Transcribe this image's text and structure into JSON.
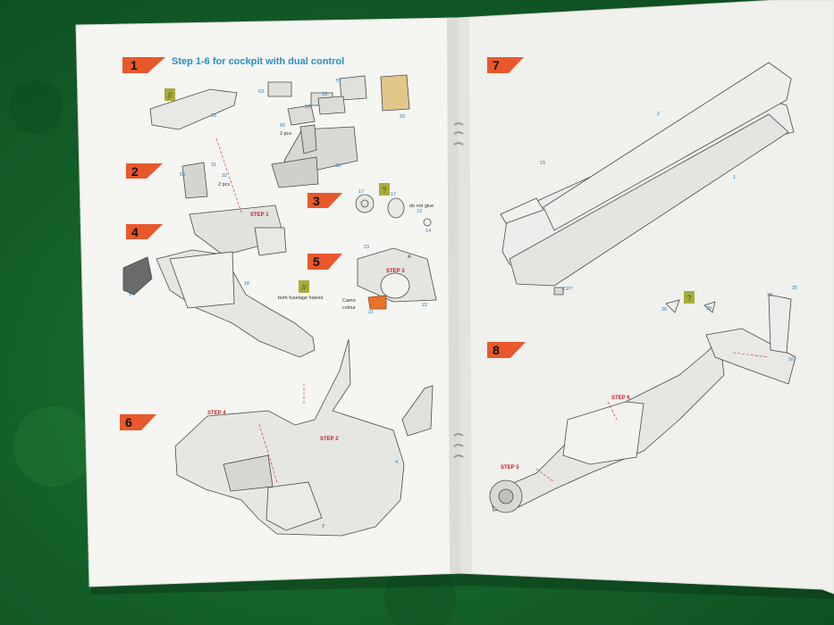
{
  "heading": "Step 1-6 for cockpit with dual control",
  "steps": [
    "1",
    "2",
    "3",
    "4",
    "5",
    "6",
    "7",
    "8"
  ],
  "callouts": {
    "step1": "STEP 1",
    "step2": "STEP 2",
    "step3": "STEP 3",
    "step4": "STEP 4",
    "step5": "STEP 5",
    "step6": "STEP 6"
  },
  "notes": {
    "two_pcs_a": "2 pcs",
    "two_pcs_b": "2 pcs",
    "do_not_glue": "do not glue",
    "both_fuselage": "both fuselage halves",
    "camo_colour": "Camo\ncolour"
  },
  "part_numbers": [
    "33",
    "63",
    "57",
    "19",
    "19",
    "60",
    "20",
    "38",
    "55",
    "31",
    "32",
    "17",
    "17",
    "13",
    "14",
    "23",
    "22",
    "21",
    "54",
    "18",
    "4",
    "2",
    "1",
    "15",
    "CP7",
    "30",
    "29",
    "28",
    "16",
    "25",
    "7",
    "A"
  ],
  "colors": {
    "felt": "#157030",
    "paper": "#f4f4f1",
    "step_arrow": "#e8582a",
    "heading_blue": "#2a8fc8",
    "callout_red": "#c8242a",
    "paint_swatch": "#a8ac3a",
    "camo_orange": "#e8742a"
  }
}
